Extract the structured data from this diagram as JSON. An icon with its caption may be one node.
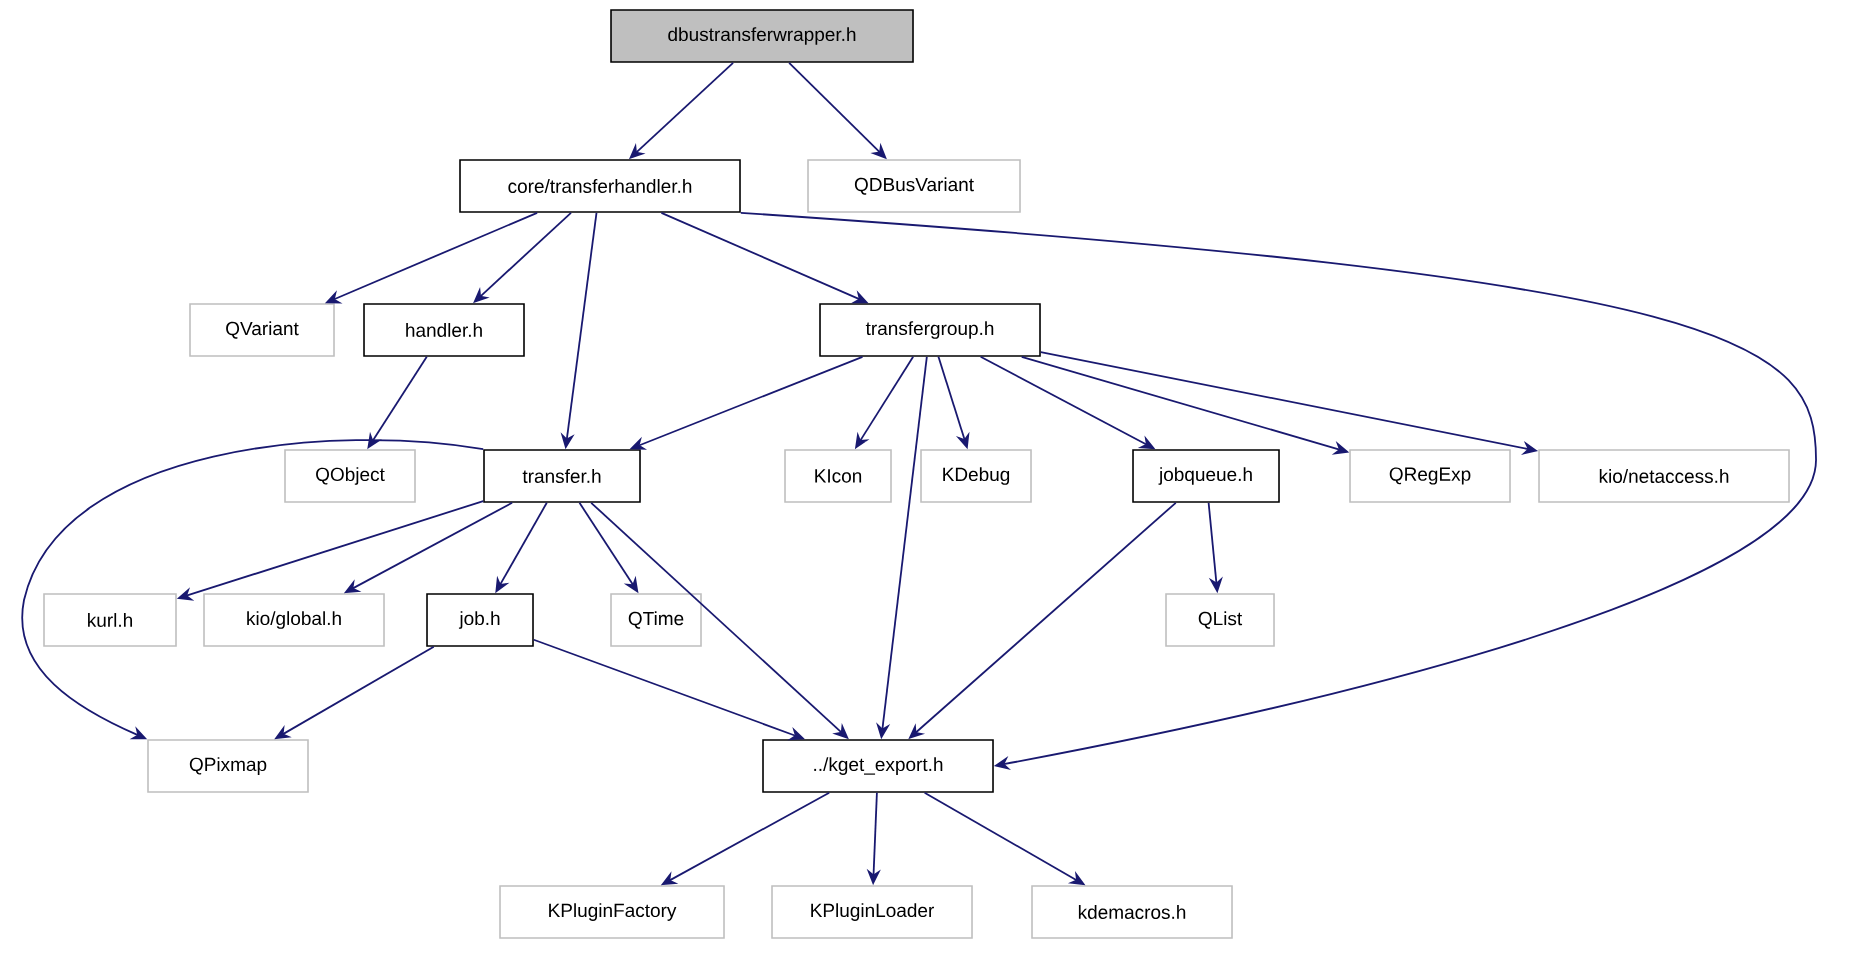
{
  "diagram": {
    "nodes": [
      {
        "text": [
          "dbustransferwrapper.h"
        ]
      },
      {
        "text": [
          "core/transferhandler.h"
        ]
      },
      {
        "text": [
          "QDBusVariant"
        ]
      },
      {
        "text": [
          "QVariant"
        ]
      },
      {
        "text": [
          "handler.h"
        ]
      },
      {
        "text": [
          "transfergroup.h"
        ]
      },
      {
        "text": [
          "QObject"
        ]
      },
      {
        "text": [
          "transfer.h"
        ]
      },
      {
        "text": [
          "KIcon"
        ]
      },
      {
        "text": [
          "KDebug"
        ]
      },
      {
        "text": [
          "jobqueue.h"
        ]
      },
      {
        "text": [
          "QRegExp"
        ]
      },
      {
        "text": [
          "kio/netaccess.h"
        ]
      },
      {
        "text": [
          "kurl.h"
        ]
      },
      {
        "text": [
          "kio/global.h"
        ]
      },
      {
        "text": [
          "job.h"
        ]
      },
      {
        "text": [
          "QTime"
        ]
      },
      {
        "text": [
          "QList"
        ]
      },
      {
        "text": [
          "QPixmap"
        ]
      },
      {
        "text": [
          "../kget_export.h"
        ]
      },
      {
        "text": [
          "KPluginFactory"
        ]
      },
      {
        "text": [
          "KPluginLoader"
        ]
      },
      {
        "text": [
          "kdemacros.h"
        ]
      }
    ],
    "edges": [
      {
        "from": 0,
        "to": 1,
        "arrow": "to"
      },
      {
        "from": 0,
        "to": 2,
        "arrow": "to"
      },
      {
        "from": 1,
        "to": 3,
        "arrow": "to"
      },
      {
        "from": 1,
        "to": 4,
        "arrow": "to"
      },
      {
        "from": 1,
        "to": 7,
        "arrow": "to"
      },
      {
        "from": 1,
        "to": 5,
        "arrow": "to"
      },
      {
        "from": 1,
        "to": 19,
        "arrow": "to"
      },
      {
        "from": 4,
        "to": 6,
        "arrow": "to"
      },
      {
        "from": 5,
        "to": 7,
        "arrow": "to"
      },
      {
        "from": 5,
        "to": 19,
        "arrow": "to"
      },
      {
        "from": 5,
        "to": 8,
        "arrow": "to"
      },
      {
        "from": 5,
        "to": 9,
        "arrow": "to"
      },
      {
        "from": 5,
        "to": 10,
        "arrow": "to"
      },
      {
        "from": 5,
        "to": 11,
        "arrow": "to"
      },
      {
        "from": 5,
        "to": 12,
        "arrow": "to"
      },
      {
        "from": 7,
        "to": 18,
        "arrow": "to"
      },
      {
        "from": 7,
        "to": 13,
        "arrow": "to"
      },
      {
        "from": 7,
        "to": 14,
        "arrow": "to"
      },
      {
        "from": 7,
        "to": 15,
        "arrow": "to"
      },
      {
        "from": 7,
        "to": 16,
        "arrow": "to"
      },
      {
        "from": 7,
        "to": 19,
        "arrow": "to"
      },
      {
        "from": 10,
        "to": 17,
        "arrow": "to"
      },
      {
        "from": 10,
        "to": 19,
        "arrow": "to"
      },
      {
        "from": 15,
        "to": 18,
        "arrow": "to"
      },
      {
        "from": 15,
        "to": 19,
        "arrow": "to"
      },
      {
        "from": 19,
        "to": 20,
        "arrow": "to"
      },
      {
        "from": 19,
        "to": 21,
        "arrow": "to"
      },
      {
        "from": 19,
        "to": 22,
        "arrow": "to"
      }
    ]
  }
}
